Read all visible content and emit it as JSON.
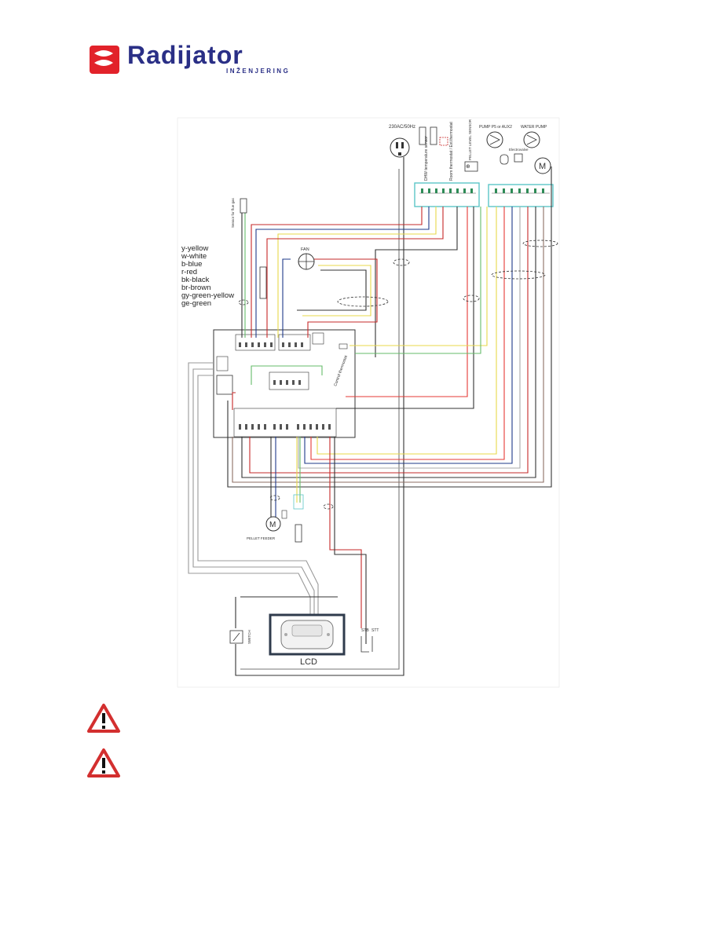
{
  "logo": {
    "name": "Radijator",
    "subtitle": "INŽENJERING",
    "brand_color": "#2a2f86",
    "accent_color": "#e2222a"
  },
  "legend": [
    "y-yellow",
    "w-white",
    "b-blue",
    "r-red",
    "bk-black",
    "br-brown",
    "gy-green-yellow",
    "ge-green"
  ],
  "labels": {
    "supply": "230AC/50Hz",
    "fan": "FAN",
    "lcd": "LCD",
    "pellet_feeder": "PELLET FEEDER",
    "switch": "SWITCH",
    "stb": "STB",
    "stt": "STT",
    "pump_p5": "PUMP P5 or AUX2",
    "water_pump": "WATER PUMP",
    "motor": "M",
    "pellet_level": "PELLET LEVEL SENSOR",
    "exhaust_sensor": "Sensor for flue gas",
    "dhw_sensor": "DHW temperature sensor",
    "room_thermostat": "Room thermostat / Ext.thermostat",
    "control_thermostat": "Control thermostat",
    "electrovalve": "Electrovalve"
  },
  "warnings": [
    "warning-triangle-1",
    "warning-triangle-2"
  ]
}
